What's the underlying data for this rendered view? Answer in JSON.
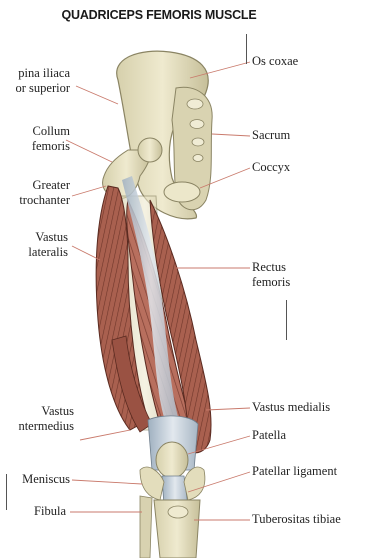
{
  "title": "QUADRICEPS FEMORIS MUSCLE",
  "labels": {
    "spina_iliaca": [
      "pina iliaca",
      "or superior"
    ],
    "collum_femoris": [
      "Collum",
      "femoris"
    ],
    "greater_trochanter": [
      "Greater",
      "trochanter"
    ],
    "vastus_lateralis": [
      "Vastus",
      "lateralis"
    ],
    "vastus_intermedius": [
      "Vastus",
      "ntermedius"
    ],
    "meniscus": "Meniscus",
    "fibula": "Fibula",
    "os_coxae": "Os coxae",
    "sacrum": "Sacrum",
    "coccyx": "Coccyx",
    "rectus_femoris": [
      "Rectus",
      "femoris"
    ],
    "vastus_medialis": "Vastus medialis",
    "patella": "Patella",
    "patellar_ligament": "Patellar ligament",
    "tuberositas_tibiae": "Tuberositas tibiae"
  },
  "colors": {
    "bone": "#e8e3c6",
    "bone_shadow": "#b9b392",
    "muscle": "#b86f5e",
    "muscle_dark": "#7c3f33",
    "tendon": "#bcc8d4",
    "leader": "#c97a6c"
  }
}
